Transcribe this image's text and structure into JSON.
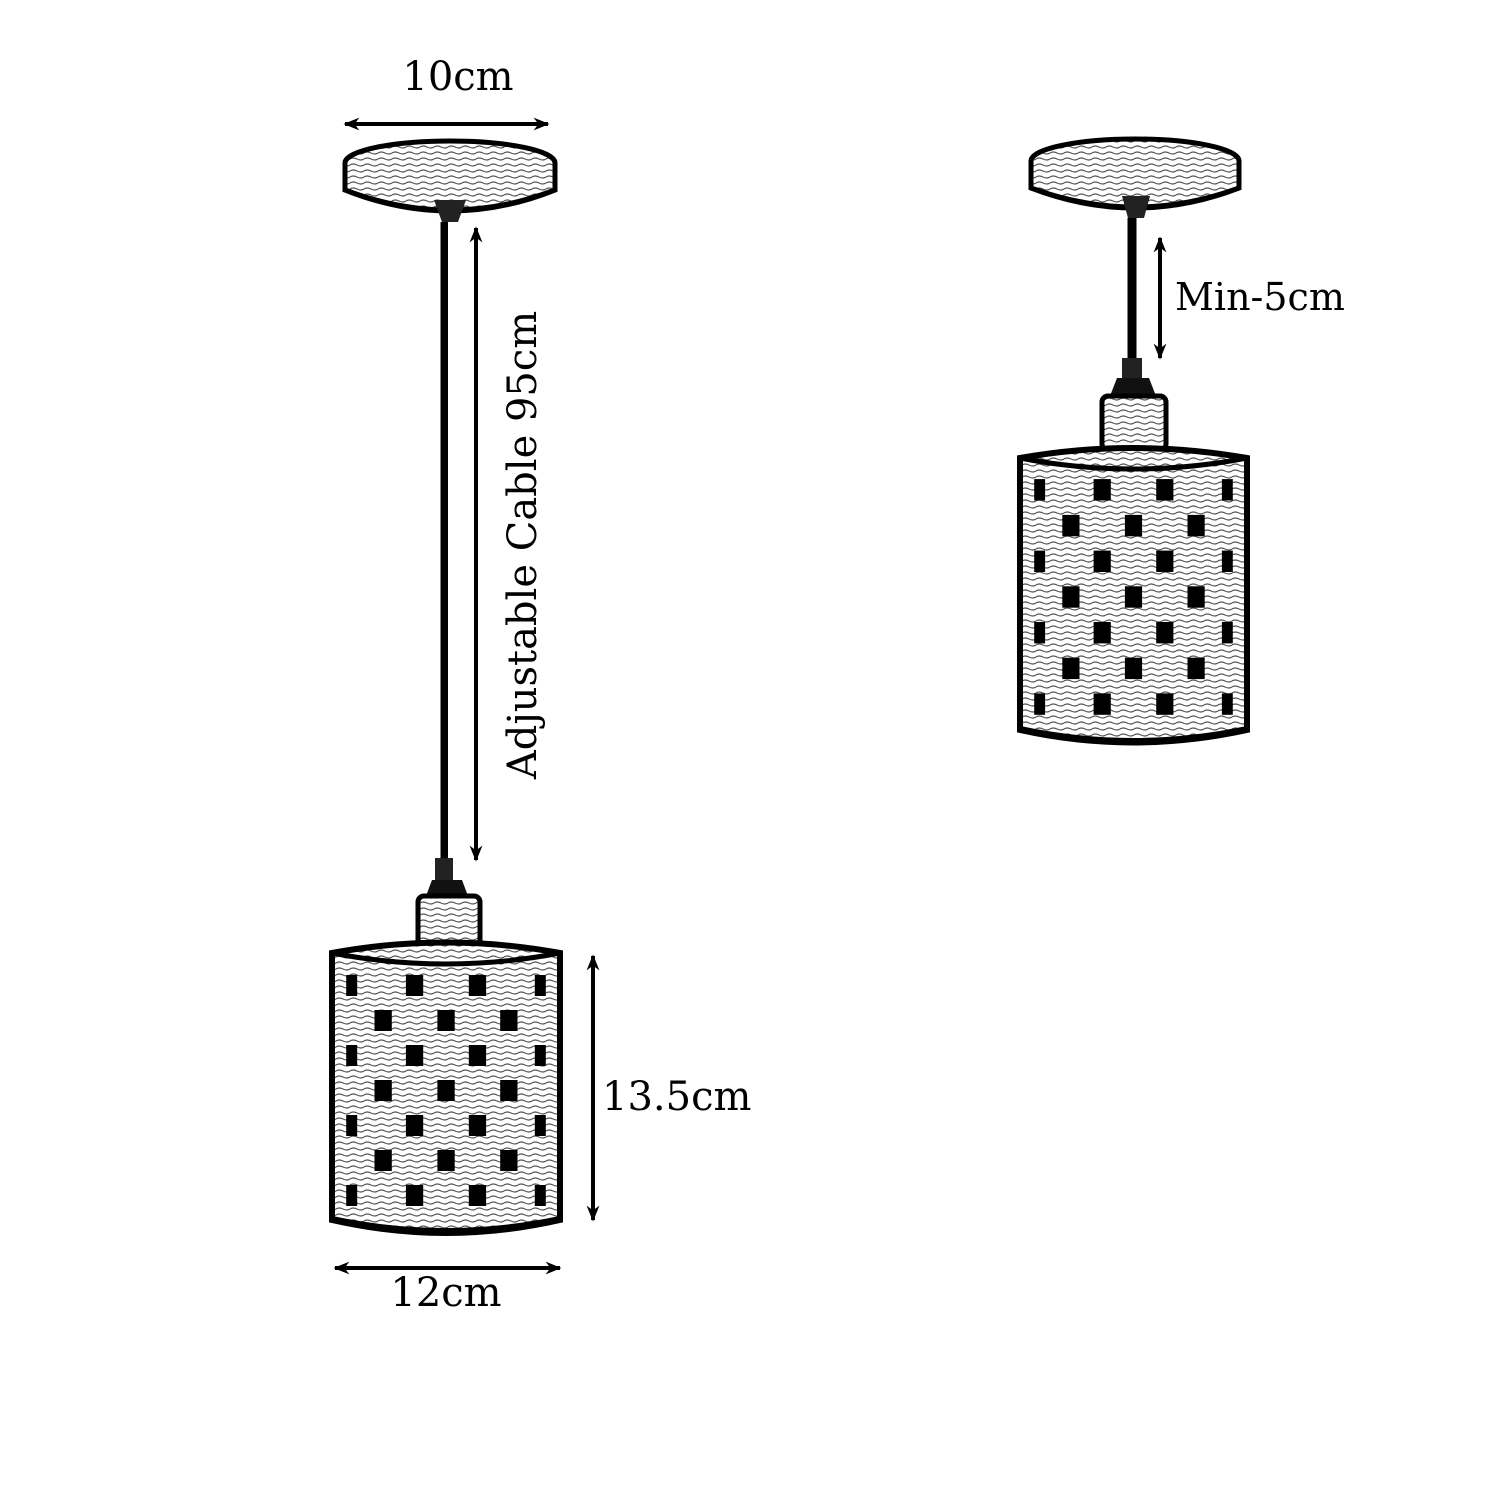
{
  "diagram": {
    "labels": {
      "canopy_width": "10cm",
      "cable_length": "Adjustable Cable 95cm",
      "shade_height": "13.5cm",
      "shade_width": "12cm",
      "min_drop": "Min-5cm"
    },
    "colors": {
      "ink": "#000000",
      "paper": "#ffffff",
      "shade_tone": "#d9d9d9"
    },
    "icons": {
      "left_lamp": "pendant-lamp-icon",
      "right_lamp": "pendant-lamp-icon"
    }
  }
}
